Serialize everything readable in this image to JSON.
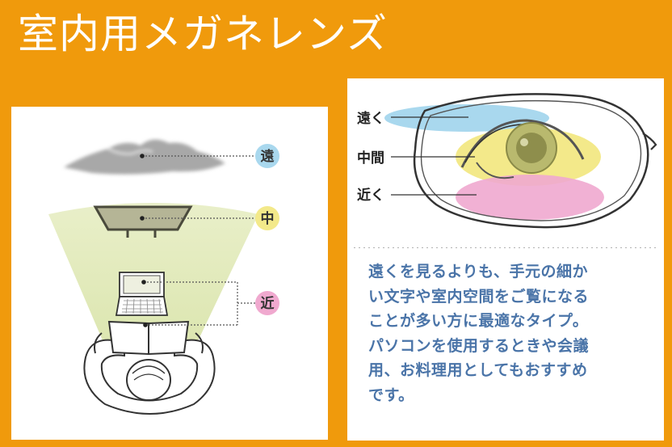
{
  "title": "室内用メガネレンズ",
  "scene": {
    "far_label": "遠",
    "mid_label": "中",
    "near_label": "近"
  },
  "lens": {
    "far_label": "遠く",
    "mid_label": "中間",
    "near_label": "近く"
  },
  "description": {
    "lines": [
      "遠くを見るよりも、手元の細か",
      "い文字や室内空間をご覧になる",
      "ことが多い方に最適なタイプ。",
      "パソコンを使用するときや会議",
      "用、お料理用としてもおすすめ",
      "です。"
    ]
  },
  "colors": {
    "background": "#F09A0C",
    "far_zone": "#A9D8EE",
    "mid_zone": "#F3E98A",
    "near_zone": "#F0A9CF",
    "description_text": "#4A74A8"
  }
}
